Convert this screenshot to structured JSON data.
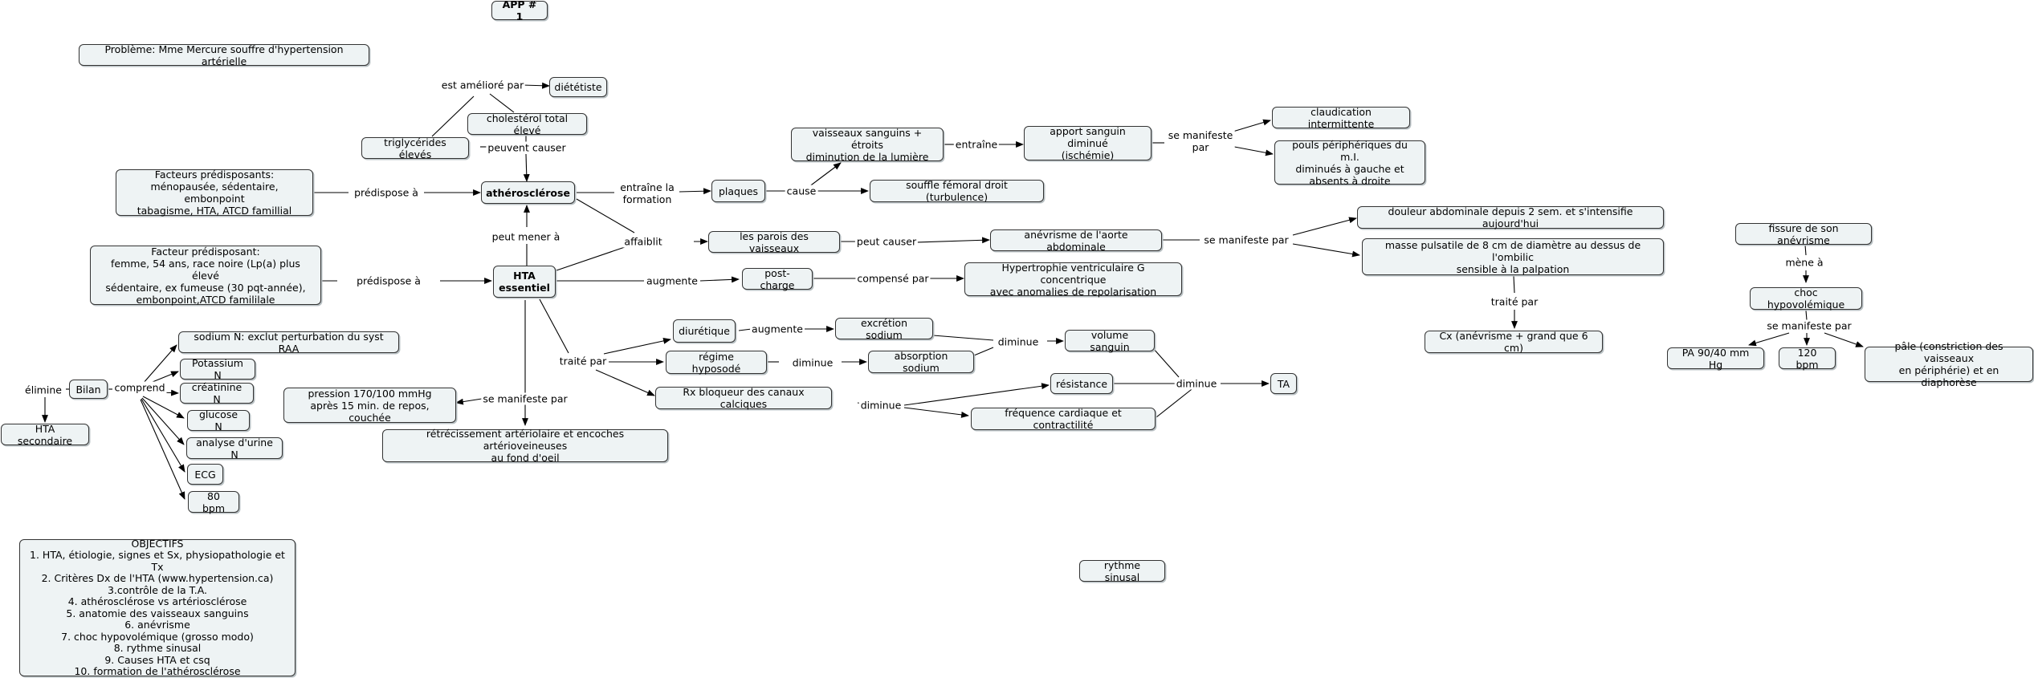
{
  "nodes": {
    "app_title": "APP # 1",
    "probleme": "Problème: Mme Mercure souffre d'hypertension artérielle",
    "dietetiste": "diététiste",
    "cholesterol": "cholestérol total élevé",
    "triglycerides": "triglycérides élevés",
    "facteurs_predisposants": "Facteurs prédisposants:\nménopausée, sédentaire, embonpoint\ntabagisme, HTA, ATCD famillial",
    "atherosclerose": "athérosclérose",
    "facteur_predisposant": "Facteur prédisposant:\nfemme, 54 ans, race noire (Lp(a) plus élevé\nsédentaire, ex fumeuse (30 pqt-année),\nembonpoint,ATCD famililale",
    "hta_essentiel": "HTA\nessentiel",
    "plaques": "plaques",
    "vaisseaux_etroits": "vaisseaux sanguins + étroits\ndiminution de la lumière",
    "apport_sanguin": "apport sanguin diminué\n(ischémie)",
    "claudication": "claudication intermittente",
    "pouls": "pouls périphériques du m.I.\ndiminués à gauche et\nabsents à droite",
    "souffle": "souffle fémoral droit (turbulence)",
    "parois": "les parois des vaisseaux",
    "anevrisme_aorte": "anévrisme de l'aorte abdominale",
    "douleur": "douleur abdominale depuis 2 sem. et s'intensifie aujourd'hui",
    "masse": "masse pulsatile de 8 cm de diamètre au dessus de l'ombilic\nsensible à la palpation",
    "cx": "Cx (anévrisme + grand que 6 cm)",
    "post_charge": "post-charge",
    "hypertrophie": "Hypertrophie ventriculaire G concentrique\navec anomalies de repolarisation",
    "diuretique": "diurétique",
    "excretion": "excrétion sodium",
    "regime": "régime hyposodé",
    "absorption": "absorption sodium",
    "volume": "volume sanguin",
    "rx": "Rx bloqueur des canaux calciques",
    "resistance": "résistance",
    "frequence": "fréquence cardiaque et contractilité",
    "ta": "TA",
    "pression": "pression 170/100 mmHg\naprès 15 min. de repos, couchée",
    "retrecissement": "rétrécissement artériolaire et encoches artérioveineuses\nau fond d'oeil",
    "sodium": "sodium N: exclut perturbation du syst RAA",
    "potassium": "Potassium N",
    "creatinine": "créatinine N",
    "glucose": "glucose N",
    "analyse_urine": "analyse d'urine N",
    "ecg": "ECG",
    "bpm80": "80 bpm",
    "bilan": "Bilan",
    "hta_secondaire": "HTA secondaire",
    "objectifs": "OBJECTIFS\n1. HTA, étiologie, signes et Sx, physiopathologie et Tx\n2. Critères Dx de l'HTA (www.hypertension.ca)\n3.contrôle de la T.A.\n4. athérosclérose vs artériosclérose\n5. anatomie des vaisseaux sanguins\n6. anévrisme\n7. choc hypovolémique (grosso modo)\n8. rythme sinusal\n9. Causes HTA et csq\n10. formation de l'athérosclérose",
    "rythme": "rythme sinusal",
    "fissure": "fissure de son anévrisme",
    "choc": "choc hypovolémique",
    "pa": "PA 90/40 mm Hg",
    "bpm120": "120 bpm",
    "pale": "pâle (constriction des vaisseaux\nen périphérie) et en diaphorèse"
  },
  "links": {
    "est_ameliore_par": "est amélioré par",
    "peuvent_causer": "peuvent causer",
    "predispose_a_1": "prédispose à",
    "predispose_a_2": "prédispose à",
    "entraine_formation": "entraîne la\nformation",
    "cause": "cause",
    "entraine": "entraîne",
    "se_manifeste_par_1": "se manifeste\npar",
    "peut_mener_a": "peut mener à",
    "affaiblit": "affaiblit",
    "peut_causer": "peut causer",
    "se_manifeste_par_2": "se manifeste par",
    "traite_par_1": "traité par",
    "augmente_1": "augmente",
    "compense_par": "compensé par",
    "traite_par_2": "traité par",
    "augmente_2": "augmente",
    "diminue_1": "diminue",
    "diminue_2": "diminue",
    "diminue_3": "diminue",
    "diminue_4": "diminue",
    "se_manifeste_par_3": "se manifeste par",
    "elimine": "élimine",
    "comprend": "comprend",
    "mene_a": "mène à",
    "se_manifeste_par_4": "se manifeste par"
  },
  "colors": {
    "node_fill": "#eef3f4",
    "node_border": "#333333",
    "line": "#000000"
  }
}
